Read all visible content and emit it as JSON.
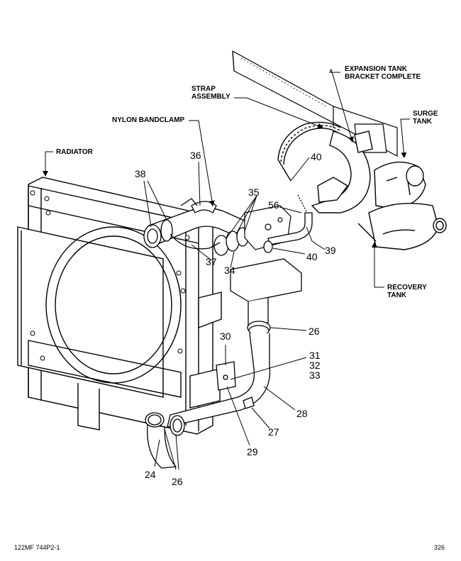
{
  "labels": {
    "expansion_line1": "EXPANSION TANK",
    "expansion_line2": "BRACKET COMPLETE",
    "strap_line1": "STRAP",
    "strap_line2": "ASSEMBLY",
    "surge_line1": "SURGE",
    "surge_line2": "TANK",
    "nylon": "NYLON BANDCLAMP",
    "radiator": "RADIATOR",
    "recovery_line1": "RECOVERY",
    "recovery_line2": "TANK"
  },
  "callouts": {
    "c36": "36",
    "c38": "38",
    "c40a": "40",
    "c35": "35",
    "c56": "56",
    "c39": "39",
    "c37": "37",
    "c34": "34",
    "c40b": "40",
    "c26a": "26",
    "c30": "30",
    "c31": "31",
    "c32": "32",
    "c33": "33",
    "c28": "28",
    "c27": "27",
    "c29": "29",
    "c24": "24",
    "c26b": "26"
  },
  "footer": {
    "figure_id": "122MF 744P2-1",
    "page_number": "326"
  }
}
